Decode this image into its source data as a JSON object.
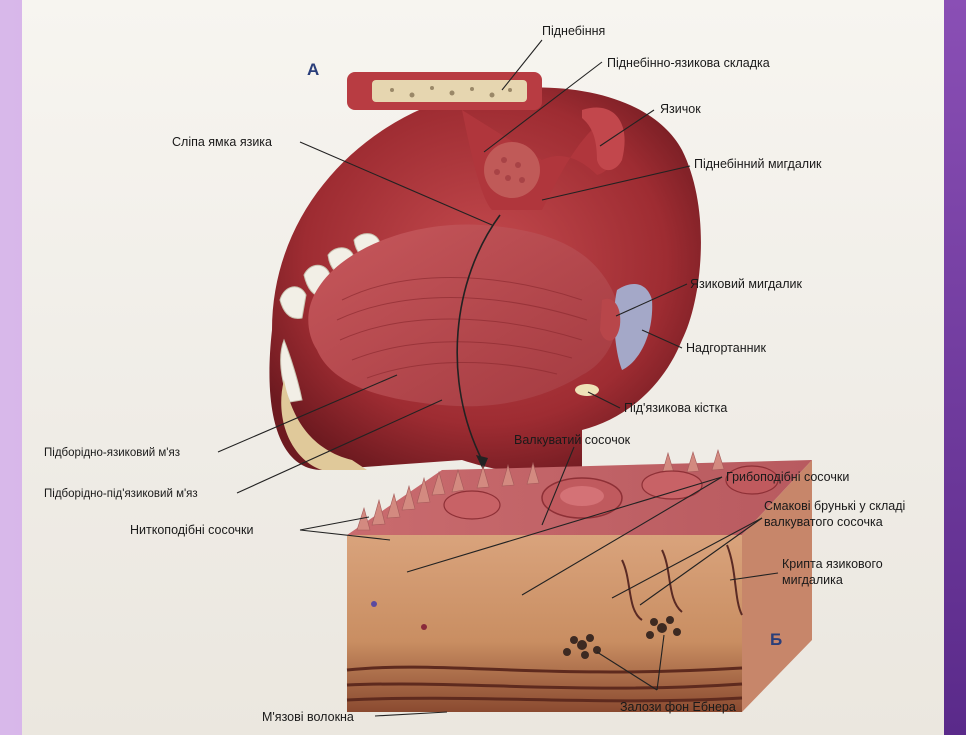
{
  "figure": {
    "panel_a": "А",
    "panel_b": "Б"
  },
  "labels": {
    "palate": "Піднебіння",
    "palatoglossal_fold": "Піднебінно-язикова складка",
    "uvula": "Язичок",
    "foramen_cecum": "Сліпа ямка язика",
    "palatine_tonsil": "Піднебінний мигдалик",
    "lingual_tonsil": "Язиковий мигдалик",
    "epiglottis": "Надгортанник",
    "hyoid_bone": "Під'язикова кістка",
    "genioglossus": "Підборідно-язиковий м'яз",
    "geniohyoid": "Підборідно-під'язиковий м'яз",
    "vallate_papilla": "Валкуватий сосочок",
    "fungiform_papillae": "Грибоподібні сосочки",
    "filiform_papillae": "Ниткоподібні сосочки",
    "taste_buds_line1": "Смакові брунькі у складі",
    "taste_buds_line2": "валкуватого сосочка",
    "crypt_line1": "Крипта язикового",
    "crypt_line2": "мигдалика",
    "ebner_glands": "Залози фон Ебнера",
    "muscle_fibers": "М'язові волокна"
  },
  "colors": {
    "muscle": "#b8383c",
    "muscle_dark": "#7e1f24",
    "mucosa": "#c86a6e",
    "tissue": "#d8b07a",
    "bone": "#e8dcb8",
    "tooth": "#f2efe6"
  }
}
